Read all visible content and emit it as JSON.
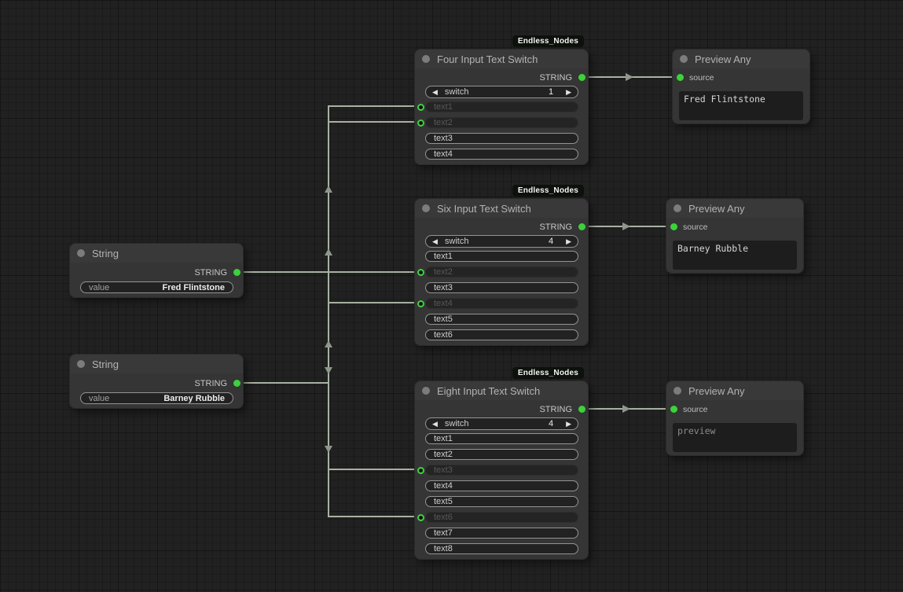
{
  "badge_label": "Endless_Nodes",
  "icons": {
    "arrow_left": "◀",
    "arrow_right": "▶"
  },
  "colors": {
    "accent_green": "#3bd23b",
    "wire": "#a7b1a2",
    "canvas_bg": "#212121",
    "node_bg": "#353535"
  },
  "nodes": {
    "string_fred": {
      "title": "String",
      "output_label": "STRING",
      "value_label": "value",
      "value": "Fred Flintstone"
    },
    "string_barney": {
      "title": "String",
      "output_label": "STRING",
      "value_label": "value",
      "value": "Barney Rubble"
    },
    "switch_four": {
      "title": "Four Input Text Switch",
      "output_label": "STRING",
      "switch_label": "switch",
      "switch_value": "1",
      "texts": [
        {
          "label": "text1",
          "connected": true
        },
        {
          "label": "text2",
          "connected": true
        },
        {
          "label": "text3",
          "connected": false
        },
        {
          "label": "text4",
          "connected": false
        }
      ]
    },
    "switch_six": {
      "title": "Six Input Text Switch",
      "output_label": "STRING",
      "switch_label": "switch",
      "switch_value": "4",
      "texts": [
        {
          "label": "text1",
          "connected": false
        },
        {
          "label": "text2",
          "connected": true
        },
        {
          "label": "text3",
          "connected": false
        },
        {
          "label": "text4",
          "connected": true
        },
        {
          "label": "text5",
          "connected": false
        },
        {
          "label": "text6",
          "connected": false
        }
      ]
    },
    "switch_eight": {
      "title": "Eight Input Text Switch",
      "output_label": "STRING",
      "switch_label": "switch",
      "switch_value": "4",
      "texts": [
        {
          "label": "text1",
          "connected": false
        },
        {
          "label": "text2",
          "connected": false
        },
        {
          "label": "text3",
          "connected": true
        },
        {
          "label": "text4",
          "connected": false
        },
        {
          "label": "text5",
          "connected": false
        },
        {
          "label": "text6",
          "connected": true
        },
        {
          "label": "text7",
          "connected": false
        },
        {
          "label": "text8",
          "connected": false
        }
      ]
    },
    "preview_one": {
      "title": "Preview Any",
      "input_label": "source",
      "content": "Fred Flintstone"
    },
    "preview_two": {
      "title": "Preview Any",
      "input_label": "source",
      "content": "Barney Rubble"
    },
    "preview_three": {
      "title": "Preview Any",
      "input_label": "source",
      "content": "preview"
    }
  }
}
